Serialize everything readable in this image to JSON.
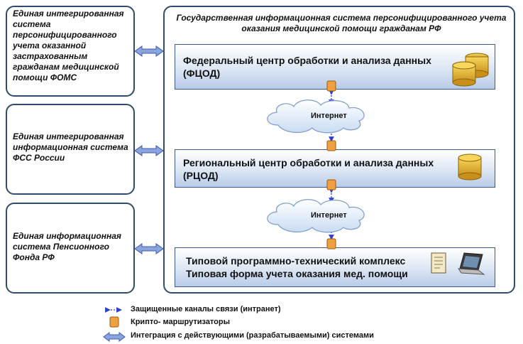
{
  "left_boxes": [
    {
      "text": "Единая интегрированная система персонифицированного учета оказанной застрахованным гражданам медицинской помощи  ФОМС"
    },
    {
      "text": "Единая интегрированная информационная система ФСС России"
    },
    {
      "text": "Единая информационная система Пенсионного Фонда РФ"
    }
  ],
  "main": {
    "title": "Государственная информационная система персонифицированного учета оказания медицинской помощи гражданам РФ",
    "fcod_label": "Федеральный центр обработки и анализа данных (ФЦОД)",
    "rcod_label": "Региональный центр обработки  и анализа данных (РЦОД)",
    "complex_line1": "Типовой программно-технический комплекс",
    "complex_line2": "Типовая форма учета оказания мед. помощи",
    "internet1": "Интернет",
    "internet2": "Интернет"
  },
  "legend": {
    "secure_channels": "Защищенные каналы связи (интранет)",
    "crypto_routers": "Крипто- маршрутизаторы",
    "integration": "Интеграция с действующими (разрабатываемыми) системами"
  },
  "colors": {
    "border": "#2f4b6e",
    "accent_blue": "#2e3fcf",
    "router": "#f0a040",
    "cloud_fill": "#dbe8f8",
    "db_gold": "#e7b82a"
  },
  "icons": [
    "database-icon",
    "crypto-router-icon",
    "document-icon",
    "laptop-icon",
    "cloud-icon",
    "double-arrow-icon"
  ]
}
